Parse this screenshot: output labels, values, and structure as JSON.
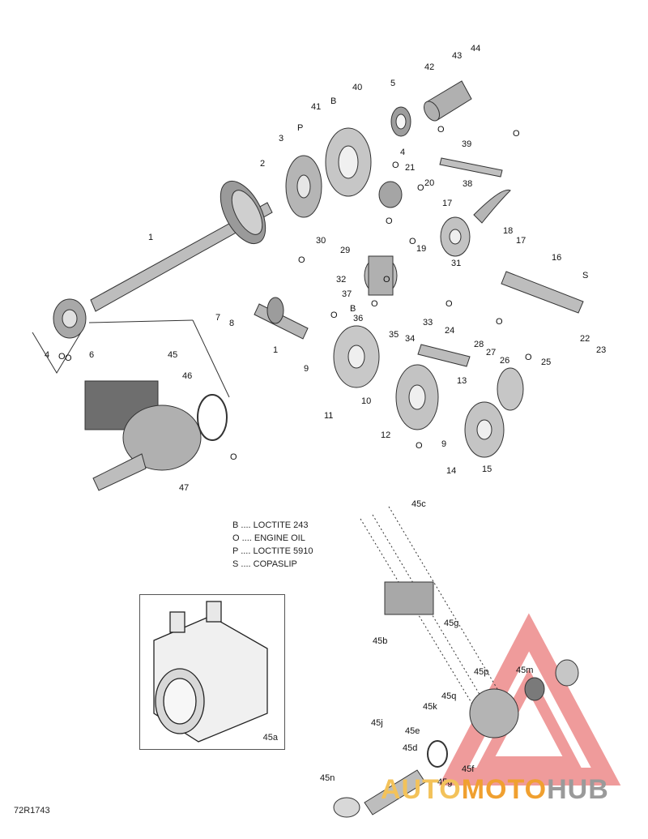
{
  "figure_id": "72R1743",
  "legend": [
    {
      "code": "B",
      "text": "B .... LOCTITE 243"
    },
    {
      "code": "O",
      "text": "O .... ENGINE OIL"
    },
    {
      "code": "P",
      "text": "P .... LOCTITE 5910"
    },
    {
      "code": "S",
      "text": "S .... COPASLIP"
    }
  ],
  "inset_label": "45a",
  "watermark": {
    "part1": "AUTO",
    "part2": "MOTO",
    "part3": "HUB"
  },
  "callouts": {
    "c1a": "1",
    "c1b": "1",
    "c2": "2",
    "c3": "3",
    "c4a": "4",
    "c4b": "4",
    "c5": "5",
    "c6": "6",
    "c7": "7",
    "c8": "8",
    "c9a": "9",
    "c9b": "9",
    "c10": "10",
    "c11": "11",
    "c12": "12",
    "c13": "13",
    "c14": "14",
    "c15": "15",
    "c16": "16",
    "c17a": "17",
    "c17b": "17",
    "c18": "18",
    "c19": "19",
    "c20": "20",
    "c21": "21",
    "c22": "22",
    "c23": "23",
    "c24": "24",
    "c25": "25",
    "c26": "26",
    "c27": "27",
    "c28": "28",
    "c29": "29",
    "c30": "30",
    "c31": "31",
    "c32": "32",
    "c33": "33",
    "c34": "34",
    "c35": "35",
    "c36": "36",
    "c37": "37",
    "c38": "38",
    "c39": "39",
    "c40": "40",
    "c41": "41",
    "c42": "42",
    "c43": "43",
    "c44": "44",
    "c45": "45",
    "c46": "46",
    "c47": "47",
    "c45b": "45b",
    "c45c": "45c",
    "c45d": "45d",
    "c45e": "45e",
    "c45f": "45f",
    "c45g1": "45g",
    "c45g2": "45g",
    "c45j": "45j",
    "c45k": "45k",
    "c45m": "45m",
    "c45n": "45n",
    "c45p": "45p",
    "c45q": "45q"
  },
  "product_marks": {
    "m1": "O",
    "m2": "O",
    "m3": "O",
    "m4": "O",
    "m5": "O",
    "m6": "O",
    "m7": "O",
    "m8": "O",
    "m9": "O",
    "m10": "O",
    "m11": "O",
    "m12": "O",
    "m13": "O",
    "m14": "O",
    "m15": "O",
    "m16": "O",
    "m17": "O",
    "mB1": "B",
    "mB2": "B",
    "mP": "P",
    "mS": "S"
  }
}
